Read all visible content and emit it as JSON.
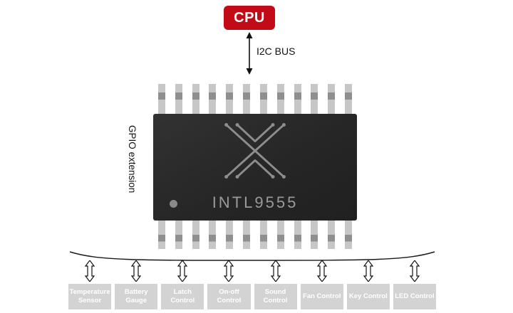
{
  "cpu": {
    "label": "CPU"
  },
  "bus": {
    "label": "I2C BUS"
  },
  "chip": {
    "name": "INTL9555",
    "side_label": "GPIO extension",
    "pins_per_side": 12
  },
  "colors": {
    "cpu_red": "#c30b17",
    "chip_body": "#2a2a2a",
    "chip_text_gray": "#9a9a9a",
    "pin_light": "#c7c7c7",
    "pin_dark": "#8f8f8f",
    "peripheral_box_gray": "#d3d3d3",
    "peripheral_text": "#ffffff"
  },
  "peripherals": [
    {
      "label": "Temperature Sensor"
    },
    {
      "label": "Battery Gauge"
    },
    {
      "label": "Latch Control"
    },
    {
      "label": "On-off Control"
    },
    {
      "label": "Sound Control"
    },
    {
      "label": "Fan Control"
    },
    {
      "label": "Key Control"
    },
    {
      "label": "LED Control"
    }
  ]
}
